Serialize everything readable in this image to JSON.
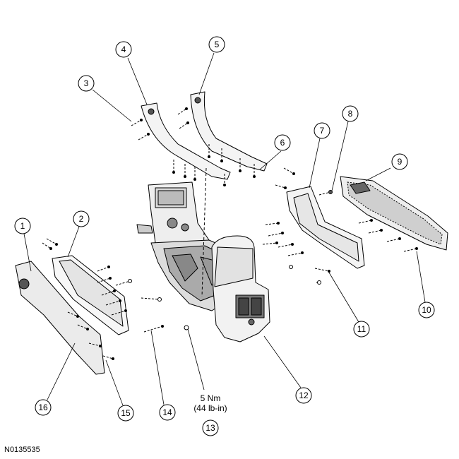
{
  "figure_id": "N0135535",
  "torque_spec": {
    "value": "5 Nm",
    "imperial": "(44 lb-in)"
  },
  "callouts": [
    {
      "label": "1"
    },
    {
      "label": "2"
    },
    {
      "label": "3"
    },
    {
      "label": "4"
    },
    {
      "label": "5"
    },
    {
      "label": "6"
    },
    {
      "label": "7"
    },
    {
      "label": "8"
    },
    {
      "label": "9"
    },
    {
      "label": "10"
    },
    {
      "label": "11"
    },
    {
      "label": "12"
    },
    {
      "label": "13"
    },
    {
      "label": "14"
    },
    {
      "label": "15"
    },
    {
      "label": "16"
    }
  ]
}
